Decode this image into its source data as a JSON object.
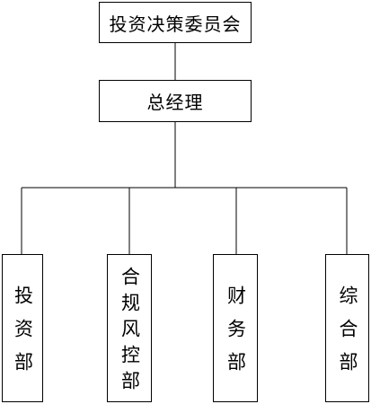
{
  "diagram": {
    "top_box": {
      "label": "投资决策委员会"
    },
    "second_box": {
      "label": "总经理"
    },
    "departments": [
      {
        "label": "投资部"
      },
      {
        "label": "合规风控部"
      },
      {
        "label": "财务部"
      },
      {
        "label": "综合部"
      }
    ]
  },
  "colors": {
    "stroke": "#000000",
    "fill": "#ffffff",
    "text": "#000000"
  }
}
